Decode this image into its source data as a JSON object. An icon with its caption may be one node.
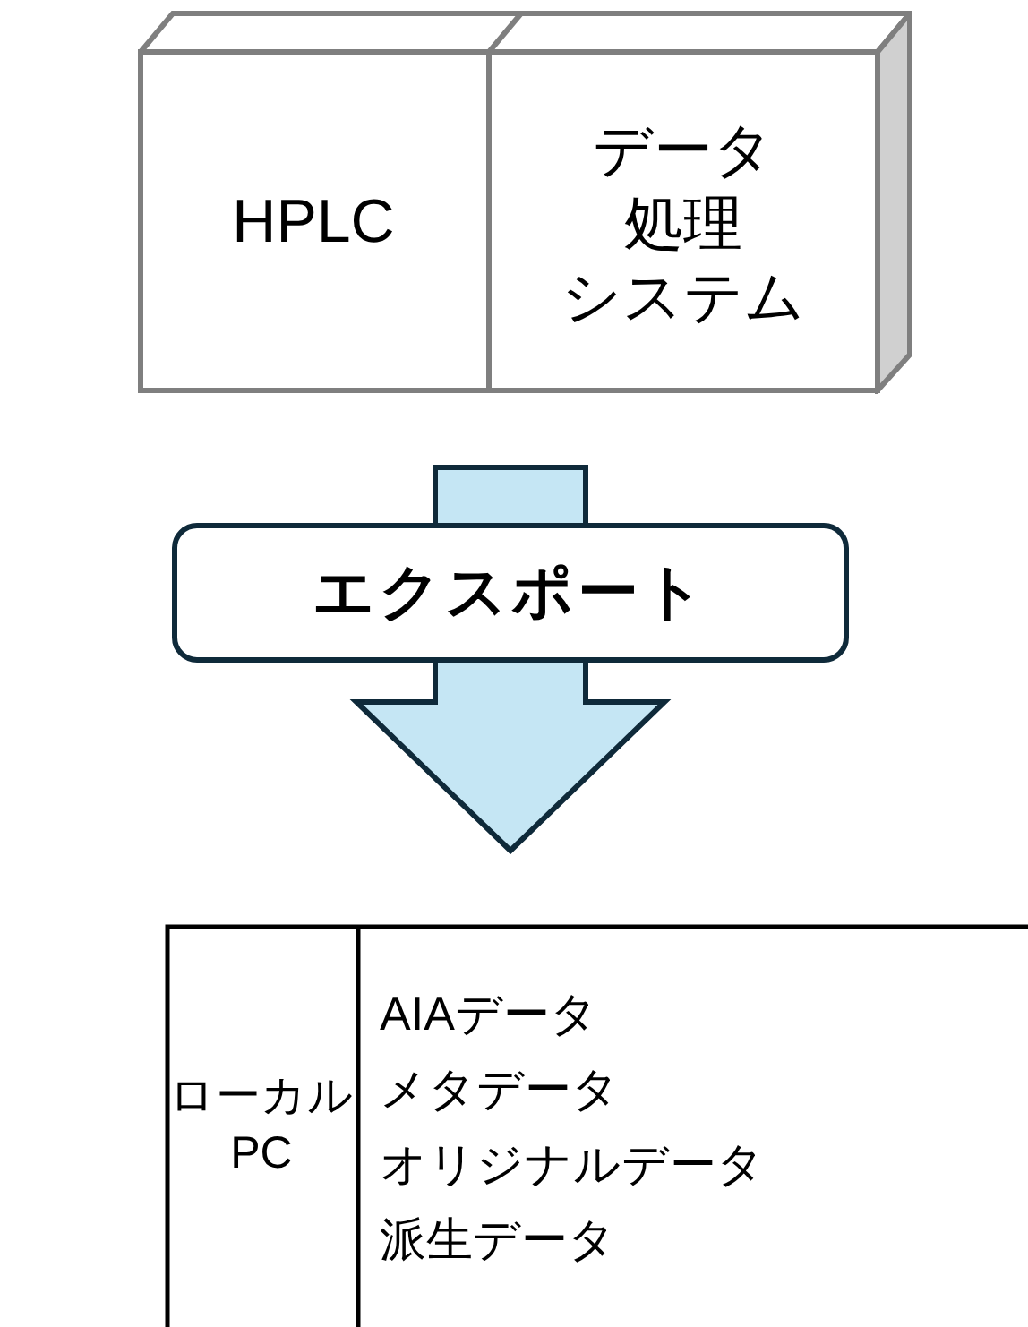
{
  "diagram": {
    "nodes": [
      {
        "text": [],
        "shape": "box"
      },
      {
        "text": [
          "HPLC"
        ],
        "in": 0
      },
      {
        "text": [
          "データ処理システム"
        ],
        "in": 0
      },
      {
        "text": [],
        "shape": "box"
      },
      {
        "text": [
          "ローカルPC"
        ],
        "in": 3
      },
      {
        "text": [
          "AIAデータ",
          "メタデータ",
          "オリジナルデータ",
          "派生データ"
        ],
        "in": 3
      }
    ],
    "edges": [
      {
        "from": 0,
        "to": 3,
        "arrow": "to",
        "label": "エクスポート"
      }
    ]
  }
}
